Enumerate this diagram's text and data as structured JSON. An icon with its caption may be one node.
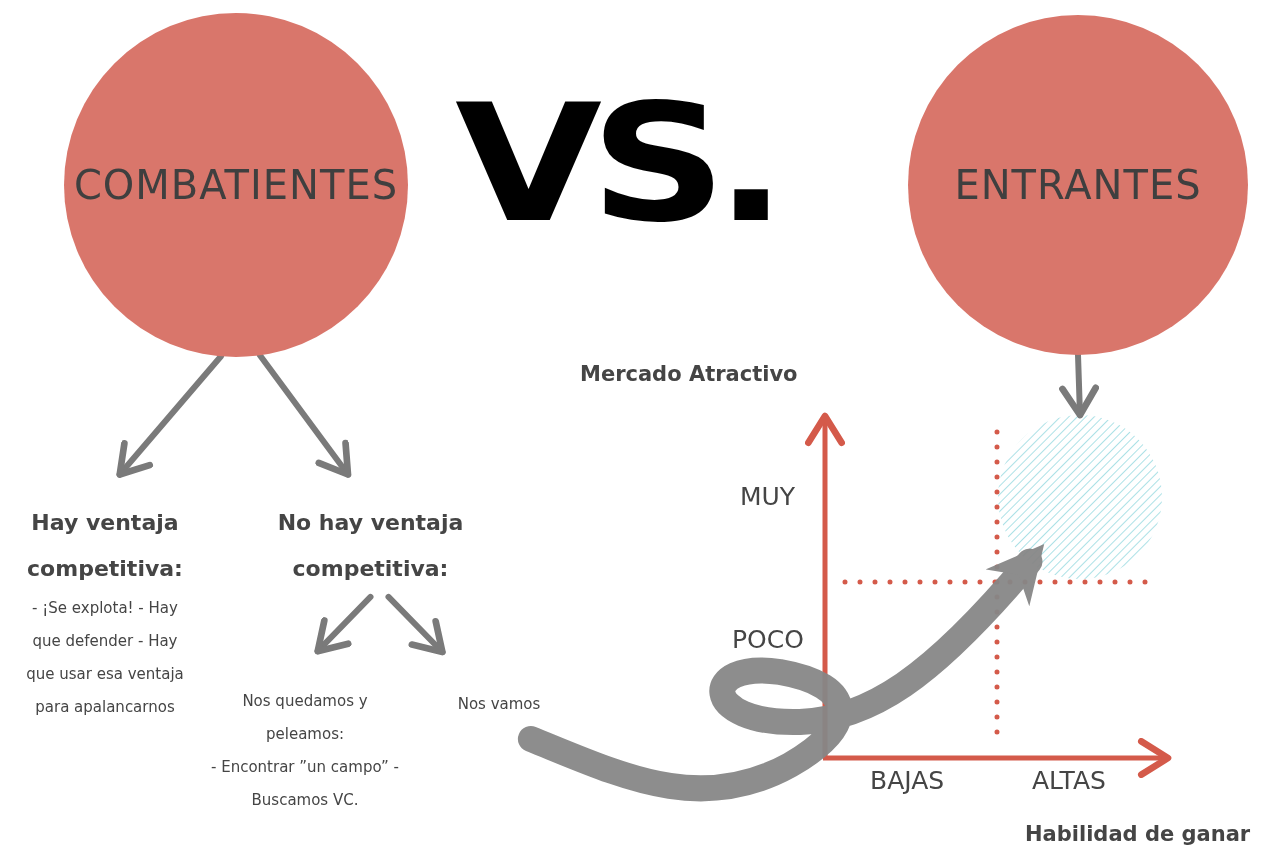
{
  "diagram": {
    "nodes": [
      {
        "text": [
          "COMBATIENTES"
        ]
      },
      {
        "text": [
          "ENTRANTES"
        ]
      },
      {
        "text": [
          "Hay ventaja competitiva:",
          "- ¡Se explota! - Hay que defender - Hay que usar esa ventaja para apalancarnos"
        ]
      },
      {
        "text": [
          "No hay ventaja competitiva:"
        ]
      },
      {
        "text": [
          "Nos quedamos y peleamos:",
          "- Encontrar ”un campo” - Buscamos VC."
        ]
      },
      {
        "text": [
          "Nos vamos"
        ]
      },
      {
        "text": [],
        "shape": "circle"
      }
    ],
    "edges": [
      {
        "from": 0,
        "to": 2,
        "arrow": "to"
      },
      {
        "from": 0,
        "to": 3,
        "arrow": "to"
      },
      {
        "from": 3,
        "to": 4,
        "arrow": "to"
      },
      {
        "from": 3,
        "to": 5,
        "arrow": "to"
      },
      {
        "from": 1,
        "to": 6,
        "arrow": "to"
      },
      {
        "from": 5,
        "to": 6,
        "arrow": "to",
        "style": "thick"
      }
    ],
    "labels": [
      "VS.",
      "Mercado Atractivo",
      "MUY",
      "POCO",
      "BAJAS",
      "ALTAS",
      "Habilidad de ganar"
    ]
  }
}
